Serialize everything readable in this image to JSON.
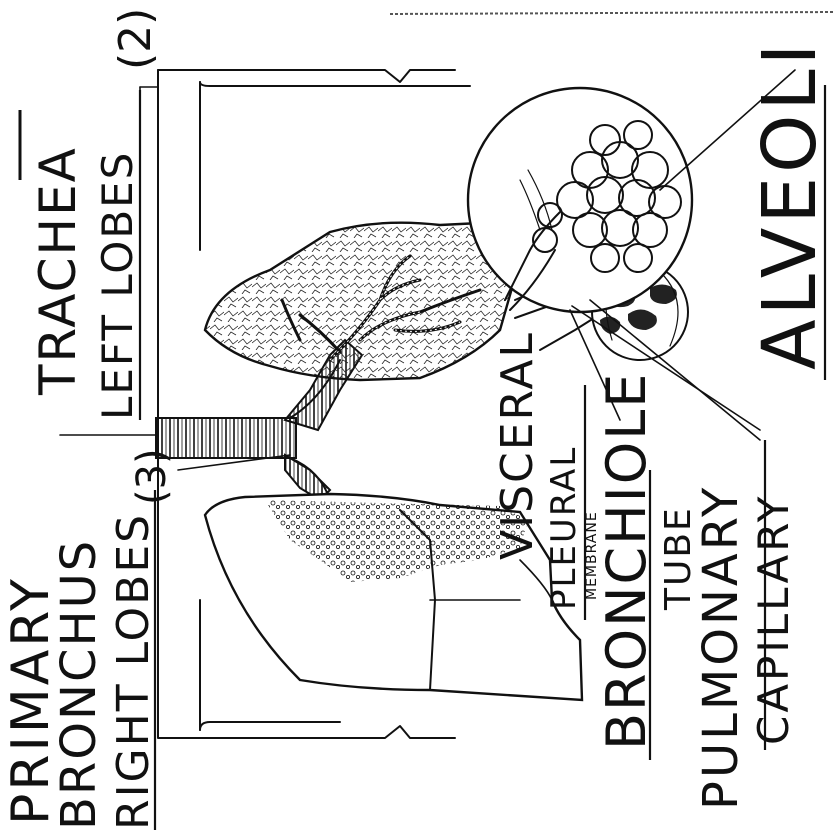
{
  "labels": {
    "trachea": "TRACHEA",
    "left_lobes": "LEFT LOBES",
    "left_lobes_count": "(2)",
    "alveoli": "ALVEOLI",
    "primary_bronchus_1": "PRIMARY",
    "primary_bronchus_2": "BRONCHUS",
    "right_lobes": "RIGHT LOBES",
    "right_lobes_count": "(3)",
    "visceral": "VISCERAL",
    "pleural": "PLEURAL",
    "membrane": "MEMBRANE",
    "bronchiole": "BRONCHIOLE",
    "tube": "TUBE",
    "pulmonary": "PULMONARY",
    "capillary": "CAPILLARY"
  },
  "colors": {
    "ink": "#111111",
    "background": "#ffffff"
  }
}
